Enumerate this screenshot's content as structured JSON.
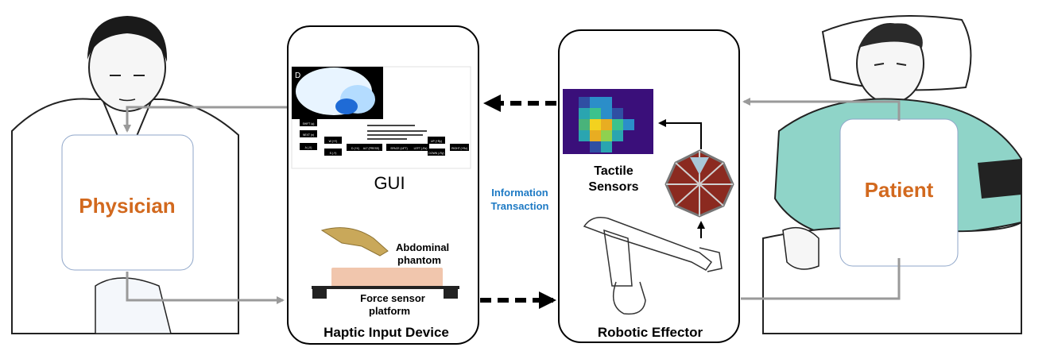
{
  "roles": {
    "physician": "Physician",
    "patient": "Patient"
  },
  "haptic_panel": {
    "title": "Haptic Input Device",
    "gui_label": "GUI",
    "gui_panel_letter": "D",
    "abdominal_label_1": "Abdominal",
    "abdominal_label_2": "phantom",
    "force_label_1": "Force sensor",
    "force_label_2": "platform",
    "gui_buttons": [
      "SHIFT (q)",
      "NEXT (n)",
      "A (-X)",
      "W (+Y)",
      "S (-Y)",
      "D (+X)",
      "ALT (PRESS)",
      "SPACE (LIFT)",
      "LEFT (-Rz)",
      "UP (+Ry)",
      "DOWN (-Ry)",
      "RIGHT (+Rz)"
    ]
  },
  "robot_panel": {
    "title": "Robotic Effector",
    "tactile_label_1": "Tactile",
    "tactile_label_2": "Sensors"
  },
  "center_label_1": "Information",
  "center_label_2": "Transaction",
  "colors": {
    "orange": "#d2691e",
    "blue_label": "#1e7ac4",
    "panel_border": "#000000",
    "gray_arrow": "#9a9a9a"
  }
}
